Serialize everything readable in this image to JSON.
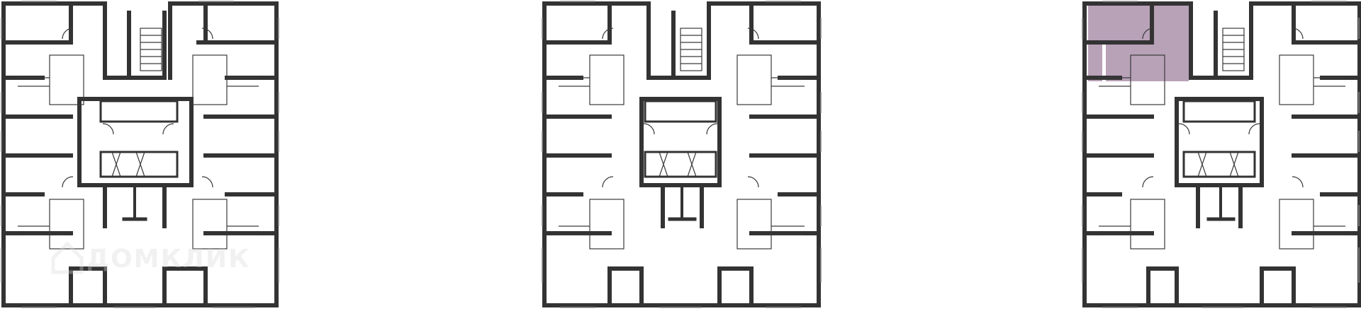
{
  "colors": {
    "wall": "#333333",
    "thin": "#3a3a3a",
    "window": "#8a8a8a",
    "highlight": "#b8a2b8",
    "background": "#ffffff"
  },
  "watermark": {
    "text": "ДОМКЛИК",
    "icon": "domclick-logo-icon"
  },
  "floorplans": [
    {
      "id": "plan-left",
      "highlighted": false
    },
    {
      "id": "plan-middle",
      "highlighted": false
    },
    {
      "id": "plan-right",
      "highlighted": true
    }
  ]
}
